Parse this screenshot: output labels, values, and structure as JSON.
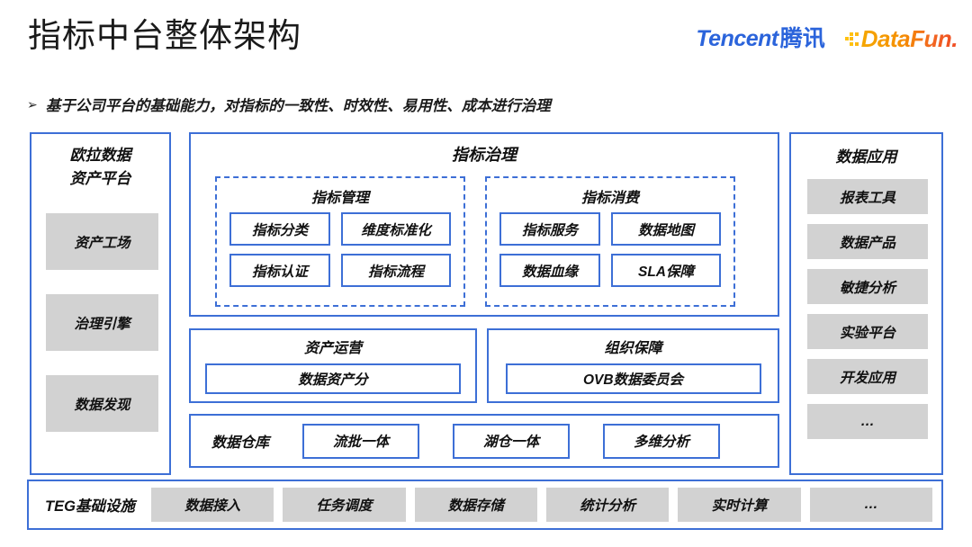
{
  "header": {
    "title": "指标中台整体架构",
    "logos": {
      "tencent_en": "Tencent",
      "tencent_cn": "腾讯",
      "datafun": "DataFun.",
      "tencent_color": "#2B64DB",
      "datafun_color": "#F5A700"
    },
    "bullet_marker": "➢",
    "bullet_text": "基于公司平台的基础能力，对指标的一致性、时效性、易用性、成本进行治理"
  },
  "colors": {
    "border_blue": "#3D6FD6",
    "gray_fill": "#D2D2D2",
    "text": "#111111"
  },
  "left_panel": {
    "title_line1": "欧拉数据",
    "title_line2": "资产平台",
    "items": [
      {
        "label": "资产工场"
      },
      {
        "label": "治理引擎"
      },
      {
        "label": "数据发现"
      }
    ]
  },
  "center": {
    "governance": {
      "title": "指标治理",
      "groups": [
        {
          "title": "指标管理",
          "items": [
            "指标分类",
            "维度标准化",
            "指标认证",
            "指标流程"
          ]
        },
        {
          "title": "指标消费",
          "items": [
            "指标服务",
            "数据地图",
            "数据血缘",
            "SLA保障"
          ]
        }
      ]
    },
    "asset_ops": {
      "title": "资产运营",
      "item": "数据资产分"
    },
    "org_guarantee": {
      "title": "组织保障",
      "item": "OVB数据委员会"
    },
    "warehouse": {
      "label": "数据仓库",
      "items": [
        "流批一体",
        "湖仓一体",
        "多维分析"
      ]
    }
  },
  "right_panel": {
    "title": "数据应用",
    "items": [
      {
        "label": "报表工具"
      },
      {
        "label": "数据产品"
      },
      {
        "label": "敏捷分析"
      },
      {
        "label": "实验平台"
      },
      {
        "label": "开发应用"
      },
      {
        "label": "…"
      }
    ]
  },
  "bottom_bar": {
    "label": "TEG基础设施",
    "items": [
      {
        "label": "数据接入"
      },
      {
        "label": "任务调度"
      },
      {
        "label": "数据存储"
      },
      {
        "label": "统计分析"
      },
      {
        "label": "实时计算"
      },
      {
        "label": "…"
      }
    ]
  }
}
